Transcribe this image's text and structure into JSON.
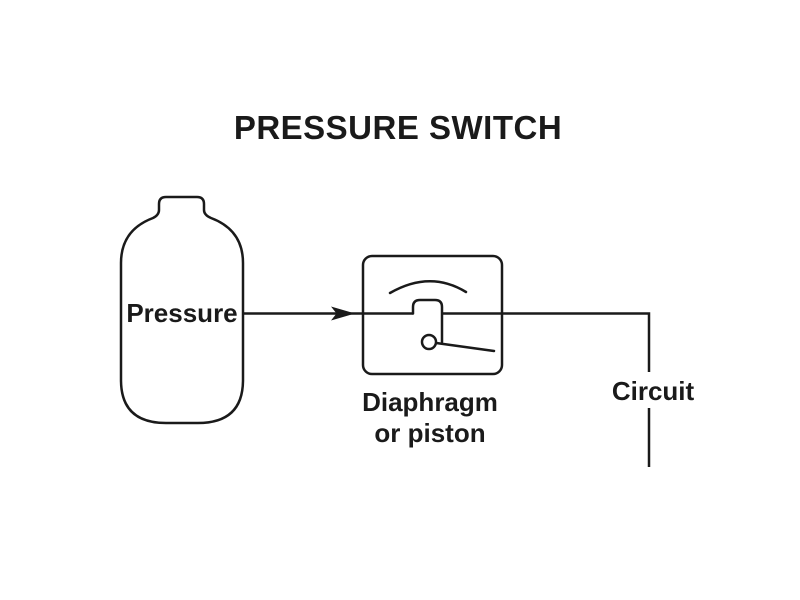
{
  "colors": {
    "background": "#ffffff",
    "ink": "#1a1a1a"
  },
  "diagram": {
    "title": "PRESSURE SWITCH",
    "pressure_source_label": "Pressure",
    "switch_label_line1": "Diaphragm",
    "switch_label_line2": "or piston",
    "circuit_label": "Circuit"
  }
}
